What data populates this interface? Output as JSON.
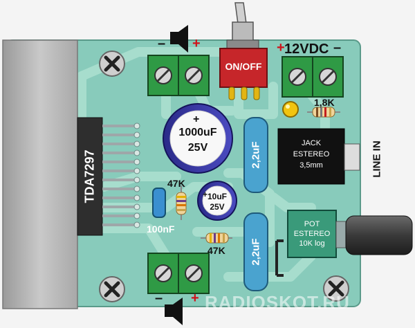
{
  "power": {
    "label": "+12VDC",
    "minus": "–",
    "plus": "+"
  },
  "switch": {
    "label": "ON/OFF"
  },
  "spk_top": {
    "minus": "–",
    "plus": "+"
  },
  "spk_bottom": {
    "minus": "–",
    "plus": "+"
  },
  "ic": {
    "label": "TDA7297"
  },
  "caps": {
    "c1000": {
      "value": "1000uF",
      "voltage": "25V",
      "polarity": "+"
    },
    "c10": {
      "value": "10uF",
      "voltage": "25V",
      "polarity": "+"
    },
    "film_top": "2,2uF",
    "film_bottom": "2,2uF",
    "c100n": "100nF"
  },
  "resistors": {
    "r1k8": "1,8K",
    "r47k_top": "47K",
    "r47k_bottom": "47K"
  },
  "jack": {
    "line1": "JACK",
    "line2": "ESTEREO",
    "line3": "3,5mm"
  },
  "line_in": "LINE IN",
  "pot": {
    "line1": "POT",
    "line2": "ESTEREO",
    "line3": "10K log"
  },
  "watermark": "RADIOSKOT.RU",
  "colors": {
    "pcb": "#88cbbb",
    "trace": "#a5dccc",
    "heatsink": "#b3b3b3",
    "terminal": "#2f9a45",
    "film_cap": "#4aa3cf",
    "switch": "#c6262a",
    "led": "#f1c40f"
  }
}
